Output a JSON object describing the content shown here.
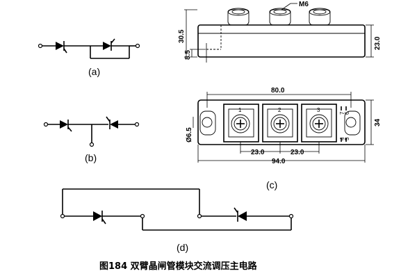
{
  "labels": {
    "a": "(a)",
    "b": "(b)",
    "c": "(c)",
    "d": "(d)"
  },
  "caption": "图184 双臂晶闸管模块交流调压主电路",
  "module": {
    "thread": "M6",
    "side_dims": {
      "height_total": "30.5",
      "height_base": "8.5",
      "height_body": "23.0"
    },
    "top_dims": {
      "mount_spacing": "80.0",
      "length": "94.0",
      "width": "34",
      "hole": "Ø6.5",
      "pitch_1": "23.0",
      "pitch_2": "23.0"
    },
    "terminal_numbers": [
      "1",
      "2",
      "3"
    ],
    "gate_pins": [
      "7",
      "6",
      "4",
      "5"
    ]
  }
}
